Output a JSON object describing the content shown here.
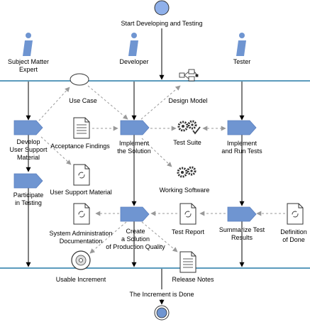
{
  "start": {
    "label": "Start Developing and Testing"
  },
  "end": {
    "label": "The Increment is Done"
  },
  "roles": [
    {
      "id": "sme",
      "label": "Subject Matter Expert",
      "lines": [
        "Subject Matter",
        "Expert"
      ],
      "icon": "person-icon"
    },
    {
      "id": "developer",
      "label": "Developer",
      "lines": [
        "Developer"
      ],
      "icon": "person-icon"
    },
    {
      "id": "tester",
      "label": "Tester",
      "lines": [
        "Tester"
      ],
      "icon": "person-icon"
    }
  ],
  "tasks": [
    {
      "id": "develop-support",
      "lines": [
        "Develop",
        "User Support",
        "Material"
      ]
    },
    {
      "id": "participate",
      "lines": [
        "Participate",
        "in Testing"
      ]
    },
    {
      "id": "implement",
      "lines": [
        "Implement",
        "the Solution"
      ]
    },
    {
      "id": "create-solution",
      "lines": [
        "Create",
        "a Solution",
        "of Production Quality"
      ]
    },
    {
      "id": "implement-tests",
      "lines": [
        "Implement",
        "and Run Tests"
      ]
    },
    {
      "id": "summarize",
      "lines": [
        "Summarize Test",
        "Results"
      ]
    }
  ],
  "artifacts": [
    {
      "id": "use-case",
      "lines": [
        "Use Case"
      ],
      "icon": "use-case-ellipse-icon"
    },
    {
      "id": "design-model",
      "lines": [
        "Design Model"
      ],
      "icon": "design-model-icon"
    },
    {
      "id": "acceptance",
      "lines": [
        "Acceptance Findings"
      ],
      "icon": "document-icon"
    },
    {
      "id": "test-suite",
      "lines": [
        "Test Suite"
      ],
      "icon": "gears-check-icon"
    },
    {
      "id": "working-software",
      "lines": [
        "Working Software"
      ],
      "icon": "gears-icon"
    },
    {
      "id": "user-support",
      "lines": [
        "User Support Material"
      ],
      "icon": "cycle-document-icon"
    },
    {
      "id": "sysadmin",
      "lines": [
        "System Administration",
        "Documentation"
      ],
      "icon": "cycle-document-icon"
    },
    {
      "id": "test-report",
      "lines": [
        "Test Report"
      ],
      "icon": "cycle-document-icon"
    },
    {
      "id": "definition-done",
      "lines": [
        "Definition",
        "of Done"
      ],
      "icon": "cycle-document-icon"
    },
    {
      "id": "usable-increment",
      "lines": [
        "Usable Increment"
      ],
      "icon": "disc-icon"
    },
    {
      "id": "release-notes",
      "lines": [
        "Release Notes"
      ],
      "icon": "document-icon"
    }
  ],
  "colors": {
    "swimlane_line": "#5b9bbd",
    "task_fill": "#6f95d1",
    "role_fill": "#6f95d1",
    "start_fill": "#8fb0ea",
    "flow_line": "#000000",
    "dashed_line": "#aaaaaa"
  }
}
